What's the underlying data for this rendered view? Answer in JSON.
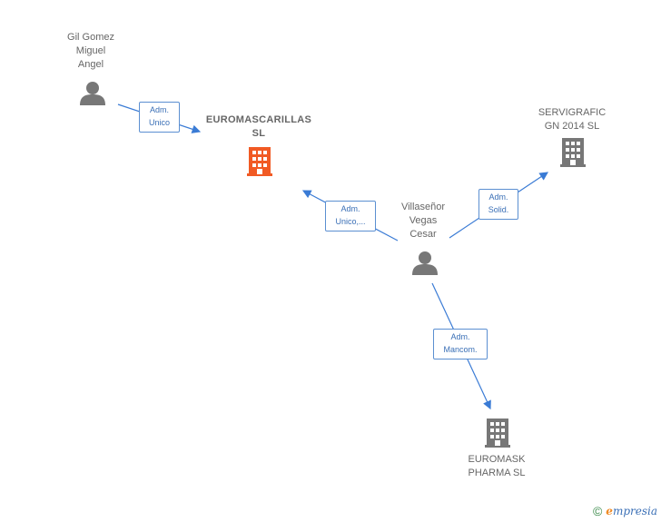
{
  "nodes": {
    "gil": {
      "label": "Gil Gomez\nMiguel\nAngel",
      "type": "person"
    },
    "euromascarillas": {
      "label": "EUROMASCARILLAS\nSL",
      "type": "company-main",
      "color": "#f15a24"
    },
    "villasenor": {
      "label": "Villaseñor\nVegas\nCesar",
      "type": "person"
    },
    "servigrafic": {
      "label": "SERVIGRAFIC\nGN 2014  SL",
      "type": "company"
    },
    "euromask": {
      "label": "EUROMASK\nPHARMA  SL",
      "type": "company"
    }
  },
  "edges": [
    {
      "from": "gil",
      "to": "euromascarillas",
      "label": "Adm.\nUnico"
    },
    {
      "from": "villasenor",
      "to": "euromascarillas",
      "label": "Adm.\nUnico,..."
    },
    {
      "from": "villasenor",
      "to": "servigrafic",
      "label": "Adm.\nSolid."
    },
    {
      "from": "villasenor",
      "to": "euromask",
      "label": "Adm.\nMancom."
    }
  ],
  "colors": {
    "edge": "#3a7bd5",
    "icon": "#777777",
    "accent": "#f15a24"
  },
  "footer": {
    "copyright": "©",
    "brand_e": "e",
    "brand_rest": "mpresia"
  }
}
